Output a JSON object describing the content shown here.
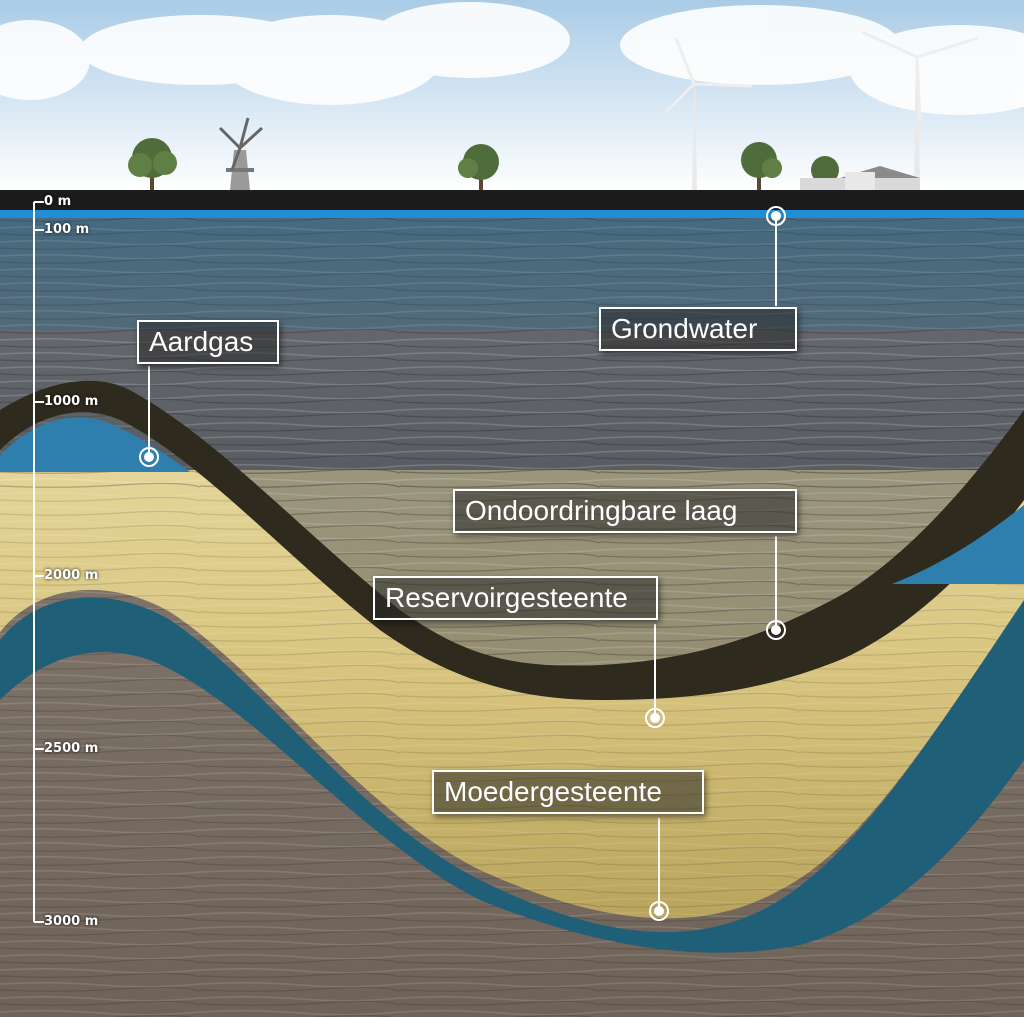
{
  "diagram": {
    "labels": {
      "aardgas": "Aardgas",
      "grondwater": "Grondwater",
      "ondoordringbare_laag": "Ondoordringbare laag",
      "reservoirgesteente": "Reservoirgesteente",
      "moedergesteente": "Moedergesteente"
    },
    "depth_scale": [
      {
        "label": "0 m"
      },
      {
        "label": "100 m"
      },
      {
        "label": "1000 m"
      },
      {
        "label": "2000 m"
      },
      {
        "label": "2500 m"
      },
      {
        "label": "3000 m"
      }
    ],
    "colors": {
      "sky_top": "#a9cbe6",
      "sky_bottom": "#ffffff",
      "surface": "#1c1c1c",
      "groundwater": "#1f8ed6",
      "upper_rock": "#6f7378",
      "upper_rock_blue": "#3f6f8c",
      "seal_layer": "#2e2a1e",
      "gas": "#2f7fae",
      "reservoir": "#d6c27c",
      "source_rock": "#1f5f78",
      "deep_rock": "#8c8278"
    },
    "surface_features": [
      "tree-icon",
      "windmill-icon",
      "wind-turbine-icon",
      "farmhouse-icon"
    ]
  }
}
